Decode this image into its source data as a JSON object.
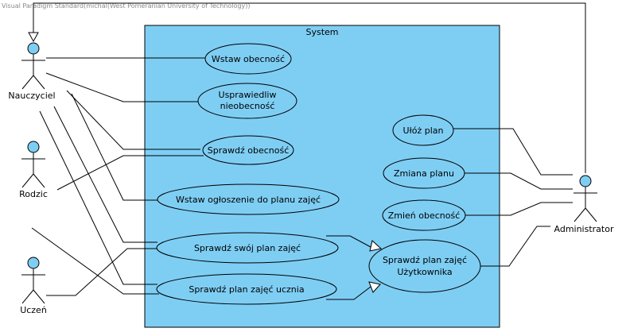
{
  "watermark": "Visual Paradigm Standard(michal(West Pomeranian University of Technology))",
  "system": {
    "title": "System",
    "fill": "#7ecef4"
  },
  "actors": {
    "teacher": "Nauczyciel",
    "parent": "Rodzic",
    "student": "Uczeń",
    "admin": "Administrator"
  },
  "usecases": {
    "insert_attendance": "Wstaw obecność",
    "excuse_line1": "Usprawiedliw",
    "excuse_line2": "nieobecność",
    "check_attendance": "Sprawdź obecność",
    "insert_announcement": "Wstaw ogłoszenie do planu zajęć",
    "check_own_plan": "Sprawdź swój plan zajęć",
    "check_student_plan": "Sprawdź plan zajęć ucznia",
    "make_plan": "Ułóż plan",
    "change_plan": "Zmiana planu",
    "change_attendance": "Zmień obecność",
    "check_user_plan_line1": "Sprawdź plan zajęć",
    "check_user_plan_line2": "Użytkownika"
  },
  "colors": {
    "usecase_fill": "#7ecef4",
    "actor_head": "#7ecef4"
  }
}
